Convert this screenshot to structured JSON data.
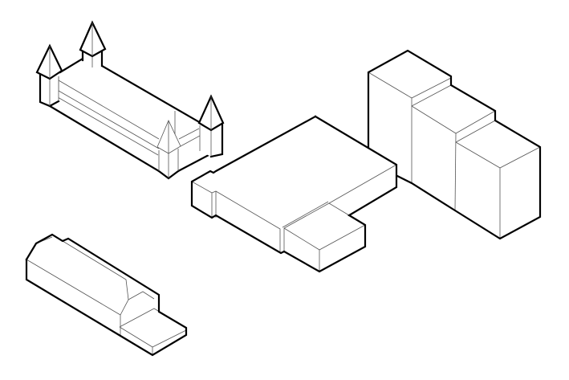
{
  "drawing": {
    "style": "isometric line drawing",
    "buildings": [
      "castle",
      "tall-block",
      "flat-block",
      "long-house"
    ]
  },
  "colors": {
    "background": "#ffffff",
    "outline": "#000000",
    "inner_edge": "#555555"
  }
}
